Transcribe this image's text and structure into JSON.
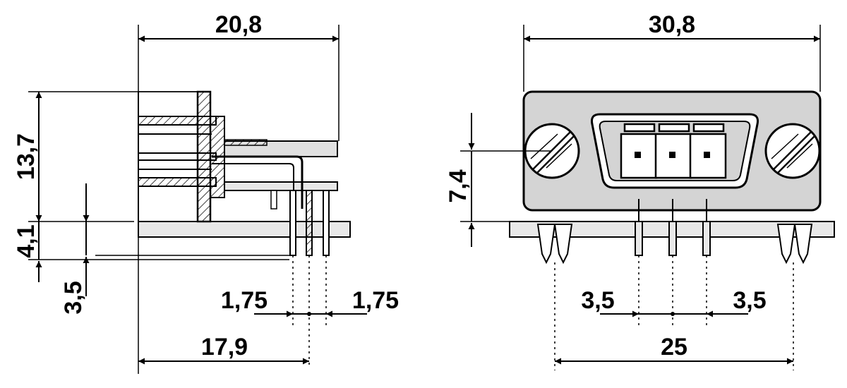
{
  "side_view": {
    "overall_width": "20,8",
    "height": "13,7",
    "board_gap": "4,1",
    "pin_length": "3,5",
    "pin_pitch_left": "1,75",
    "pin_pitch_right": "1,75",
    "pin_to_front": "17,9"
  },
  "front_view": {
    "overall_width": "30,8",
    "center_height": "7,4",
    "pin_pitch_left": "3,5",
    "pin_pitch_right": "3,5",
    "mount_spacing": "25"
  },
  "colors": {
    "housing": "#d4d4d4",
    "line": "#000000"
  }
}
